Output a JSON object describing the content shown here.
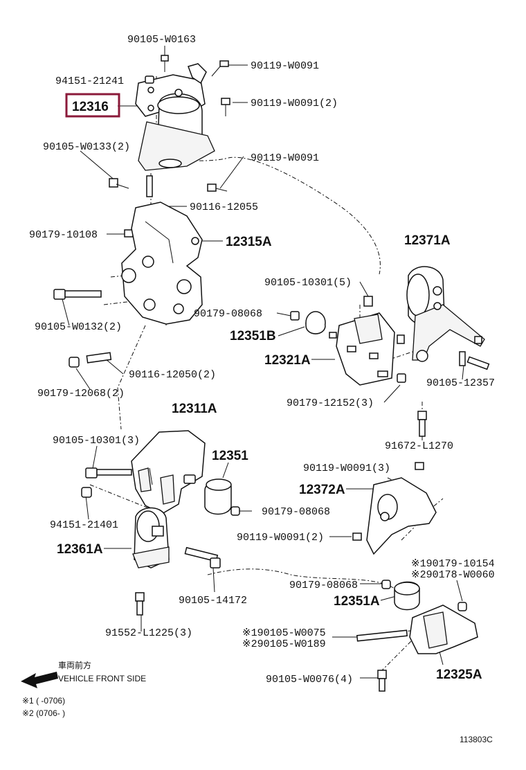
{
  "labels": {
    "p_90105_W0163": "90105-W0163",
    "p_94151_21241": "94151-21241",
    "p_90119_W0091_a": "90119-W0091",
    "p_12316": "12316",
    "p_90119_W0091_2a": "90119-W0091(2)",
    "p_90105_W0133_2": "90105-W0133(2)",
    "p_90119_W0091_b": "90119-W0091",
    "p_90116_12055": "90116-12055",
    "p_90179_10108": "90179-10108",
    "p_12315A": "12315A",
    "p_12371A": "12371A",
    "p_90105_10301_5": "90105-10301(5)",
    "p_90179_08068_a": "90179-08068",
    "p_12351B": "12351B",
    "p_90105_W0132_2": "90105-W0132(2)",
    "p_12321A": "12321A",
    "p_90105_12357": "90105-12357",
    "p_90116_12050_2": "90116-12050(2)",
    "p_90179_12068_2": "90179-12068(2)",
    "p_90179_12152_3": "90179-12152(3)",
    "p_12311A": "12311A",
    "p_90105_10301_3": "90105-10301(3)",
    "p_91672_L1270": "91672-L1270",
    "p_12351": "12351",
    "p_90119_W0091_3": "90119-W0091(3)",
    "p_12372A": "12372A",
    "p_94151_21401": "94151-21401",
    "p_90179_08068_b": "90179-08068",
    "p_12361A": "12361A",
    "p_90119_W0091_2b": "90119-W0091(2)",
    "p_x1_90179_10154": "※190179-10154",
    "p_x2_90178_W0060": "※290178-W0060",
    "p_90105_14172": "90105-14172",
    "p_90179_08068_c": "90179-08068",
    "p_12351A": "12351A",
    "p_91552_L1225_3": "91552-L1225(3)",
    "p_x1_90105_W0075": "※190105-W0075",
    "p_x2_90105_W0189": "※290105-W0189",
    "p_90105_W0076_4": "90105-W0076(4)",
    "p_12325A": "12325A"
  },
  "legend": {
    "front_jp": "車両前方",
    "front_en": "VEHICLE FRONT SIDE",
    "note1": "※1 (      -0706)",
    "note2": "※2 (0706-      )"
  },
  "diagram_id": "113803C",
  "highlight_color": "#8b1a3a"
}
